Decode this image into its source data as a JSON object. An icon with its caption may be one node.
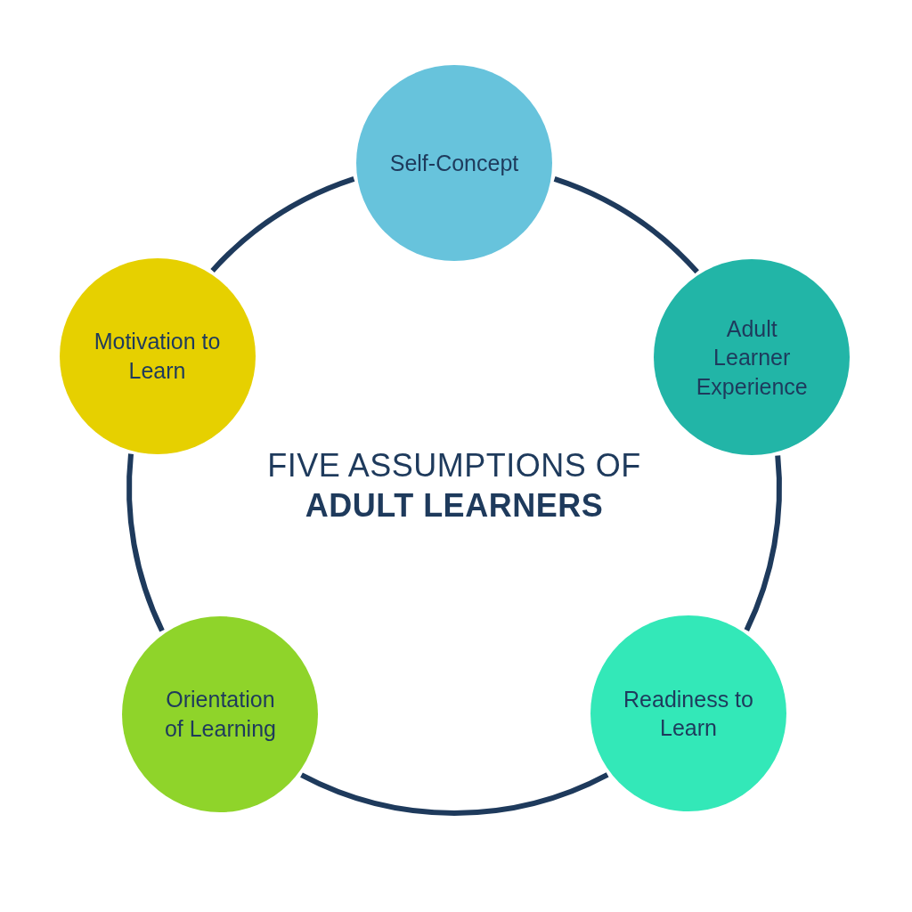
{
  "diagram": {
    "title": "FIVE ASSUMPTIONS OF **ADULT LEARNERS**",
    "nodes": [
      {
        "text": [
          "Self-Concept"
        ]
      },
      {
        "text": [
          "Adult Learner Experience"
        ]
      },
      {
        "text": [
          "Readiness to Learn"
        ]
      },
      {
        "text": [
          "Orientation of Learning"
        ]
      },
      {
        "text": [
          "Motivation to Learn"
        ]
      }
    ],
    "edges": [
      {
        "from": 0,
        "to": 1,
        "arrow": "none"
      },
      {
        "from": 1,
        "to": 2,
        "arrow": "none"
      },
      {
        "from": 2,
        "to": 3,
        "arrow": "none"
      },
      {
        "from": 3,
        "to": 4,
        "arrow": "none"
      },
      {
        "from": 4,
        "to": 0,
        "arrow": "none"
      }
    ]
  }
}
